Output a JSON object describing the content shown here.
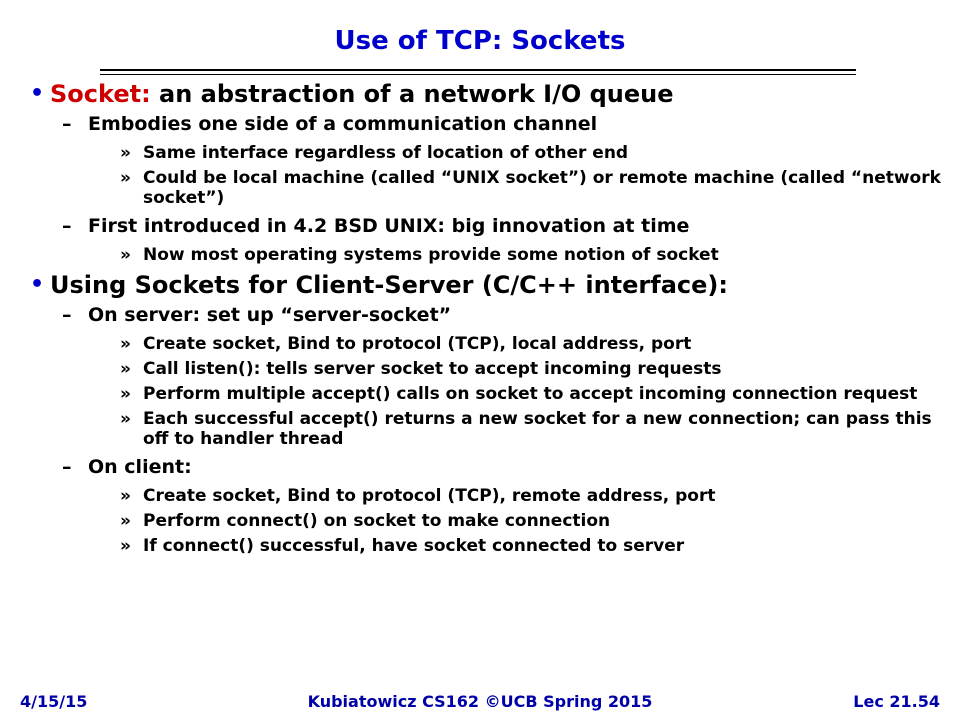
{
  "slide": {
    "title": "Use of TCP: Sockets",
    "bullet1": {
      "highlight": "Socket:",
      "text": " an abstraction of a network I/O queue",
      "sub1": "Embodies one side of a communication channel",
      "sub1_items": [
        "Same interface regardless of location of other end",
        "Could be local machine (called “UNIX socket”) or remote machine (called “network socket”)"
      ],
      "sub2": "First introduced in 4.2 BSD UNIX: big innovation at time",
      "sub2_items": [
        "Now most operating systems provide some notion of socket"
      ]
    },
    "bullet2": {
      "text": "Using Sockets for Client-Server (C/C++ interface):",
      "sub1": "On server: set up “server-socket”",
      "sub1_items": [
        "Create socket, Bind to protocol (TCP), local address, port",
        "Call listen(): tells server socket to accept incoming requests",
        "Perform multiple accept() calls on socket to accept incoming connection request",
        "Each successful accept() returns a new socket for a new connection; can pass this off to handler thread"
      ],
      "sub2": "On client:",
      "sub2_items": [
        "Create socket, Bind to protocol (TCP), remote address, port",
        "Perform connect() on socket to make connection",
        "If connect() successful, have socket connected to server"
      ]
    }
  },
  "footer": {
    "date": "4/15/15",
    "course": "Kubiatowicz CS162 ©UCB Spring 2015",
    "lecture": "Lec 21.54"
  },
  "marks": {
    "l1": "•",
    "l2": "–",
    "l3": "»"
  }
}
